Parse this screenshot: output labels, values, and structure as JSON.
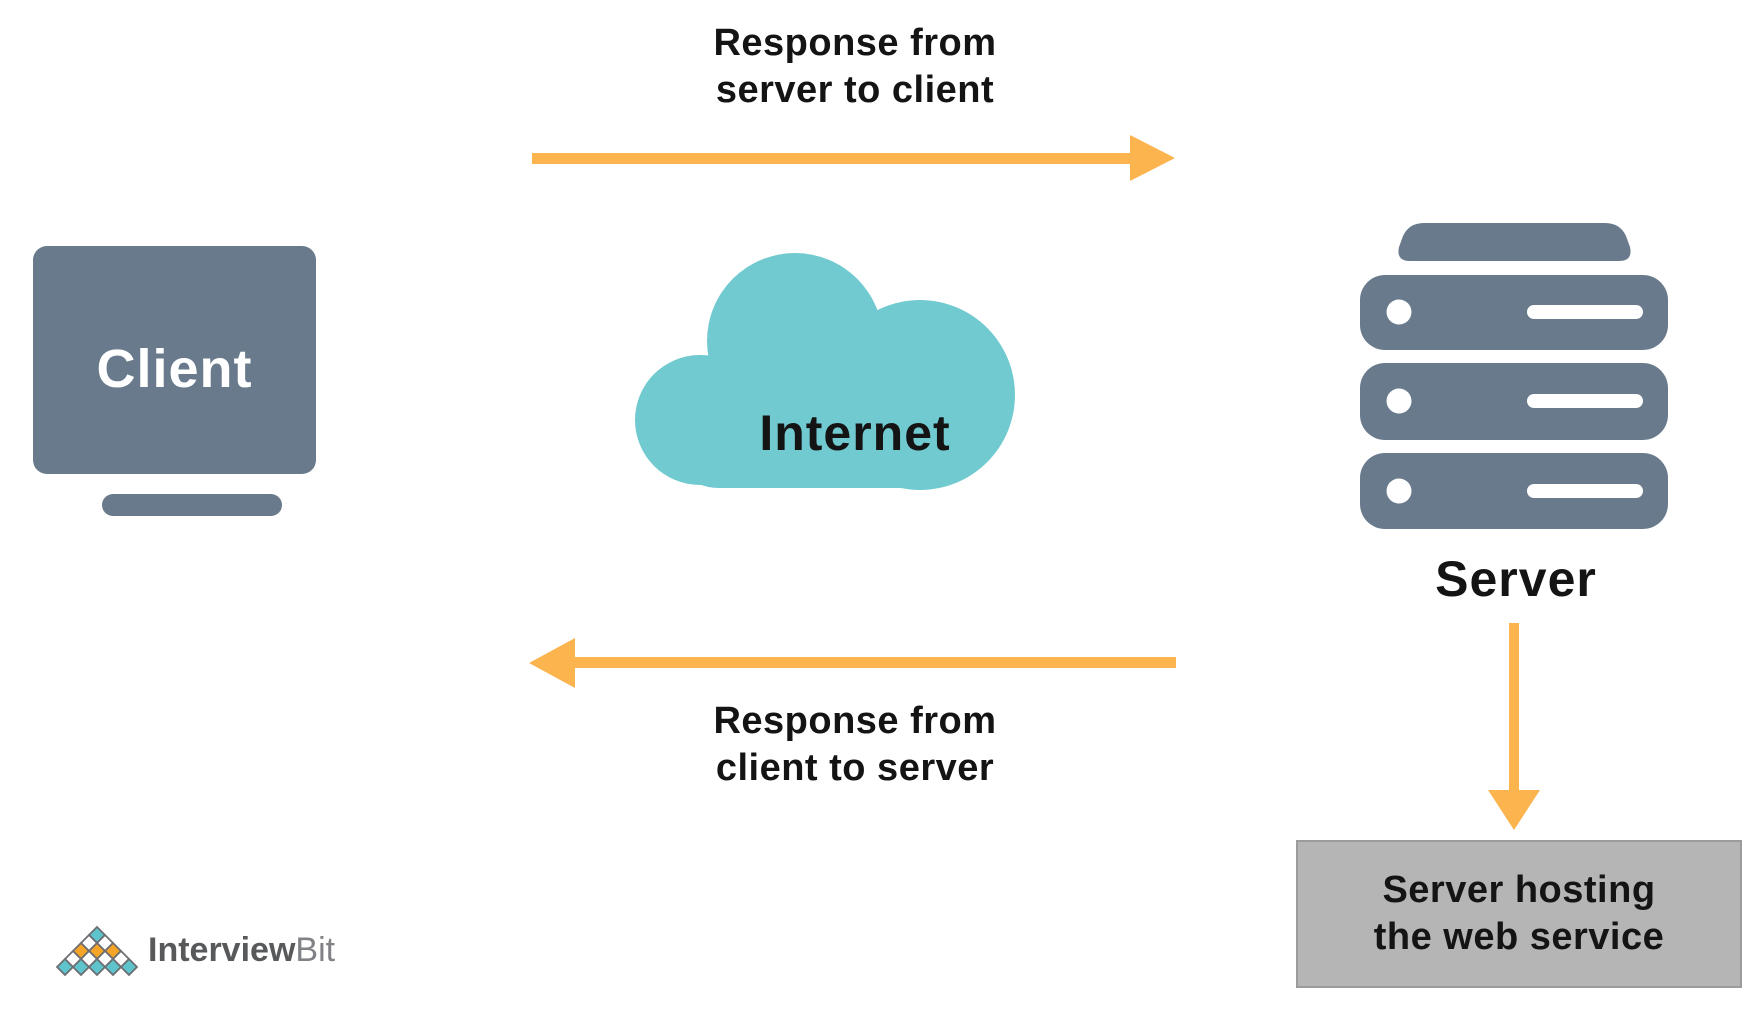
{
  "diagram": {
    "top_flow": {
      "line1": "Response from",
      "line2": "server to client"
    },
    "bottom_flow": {
      "line1": "Response from",
      "line2": "client to server"
    },
    "client": {
      "label": "Client"
    },
    "internet": {
      "label": "Internet"
    },
    "server": {
      "label": "Server"
    },
    "hosting_box": {
      "line1": "Server hosting",
      "line2": "the web service"
    }
  },
  "branding": {
    "name_bold": "Interview",
    "name_light": "Bit"
  },
  "colors": {
    "slate": "#687A8C",
    "cloud_teal": "#71CAD0",
    "arrow_orange": "#FBB44E",
    "box_gray": "#B5B5B5",
    "box_border": "#9B9B9B",
    "text_black": "#141414",
    "logo_teal": "#5EC4CB",
    "logo_orange": "#F4A427",
    "logo_outline": "#6D6E71",
    "logo_text_dark": "#58595B",
    "logo_text_light": "#808285"
  }
}
